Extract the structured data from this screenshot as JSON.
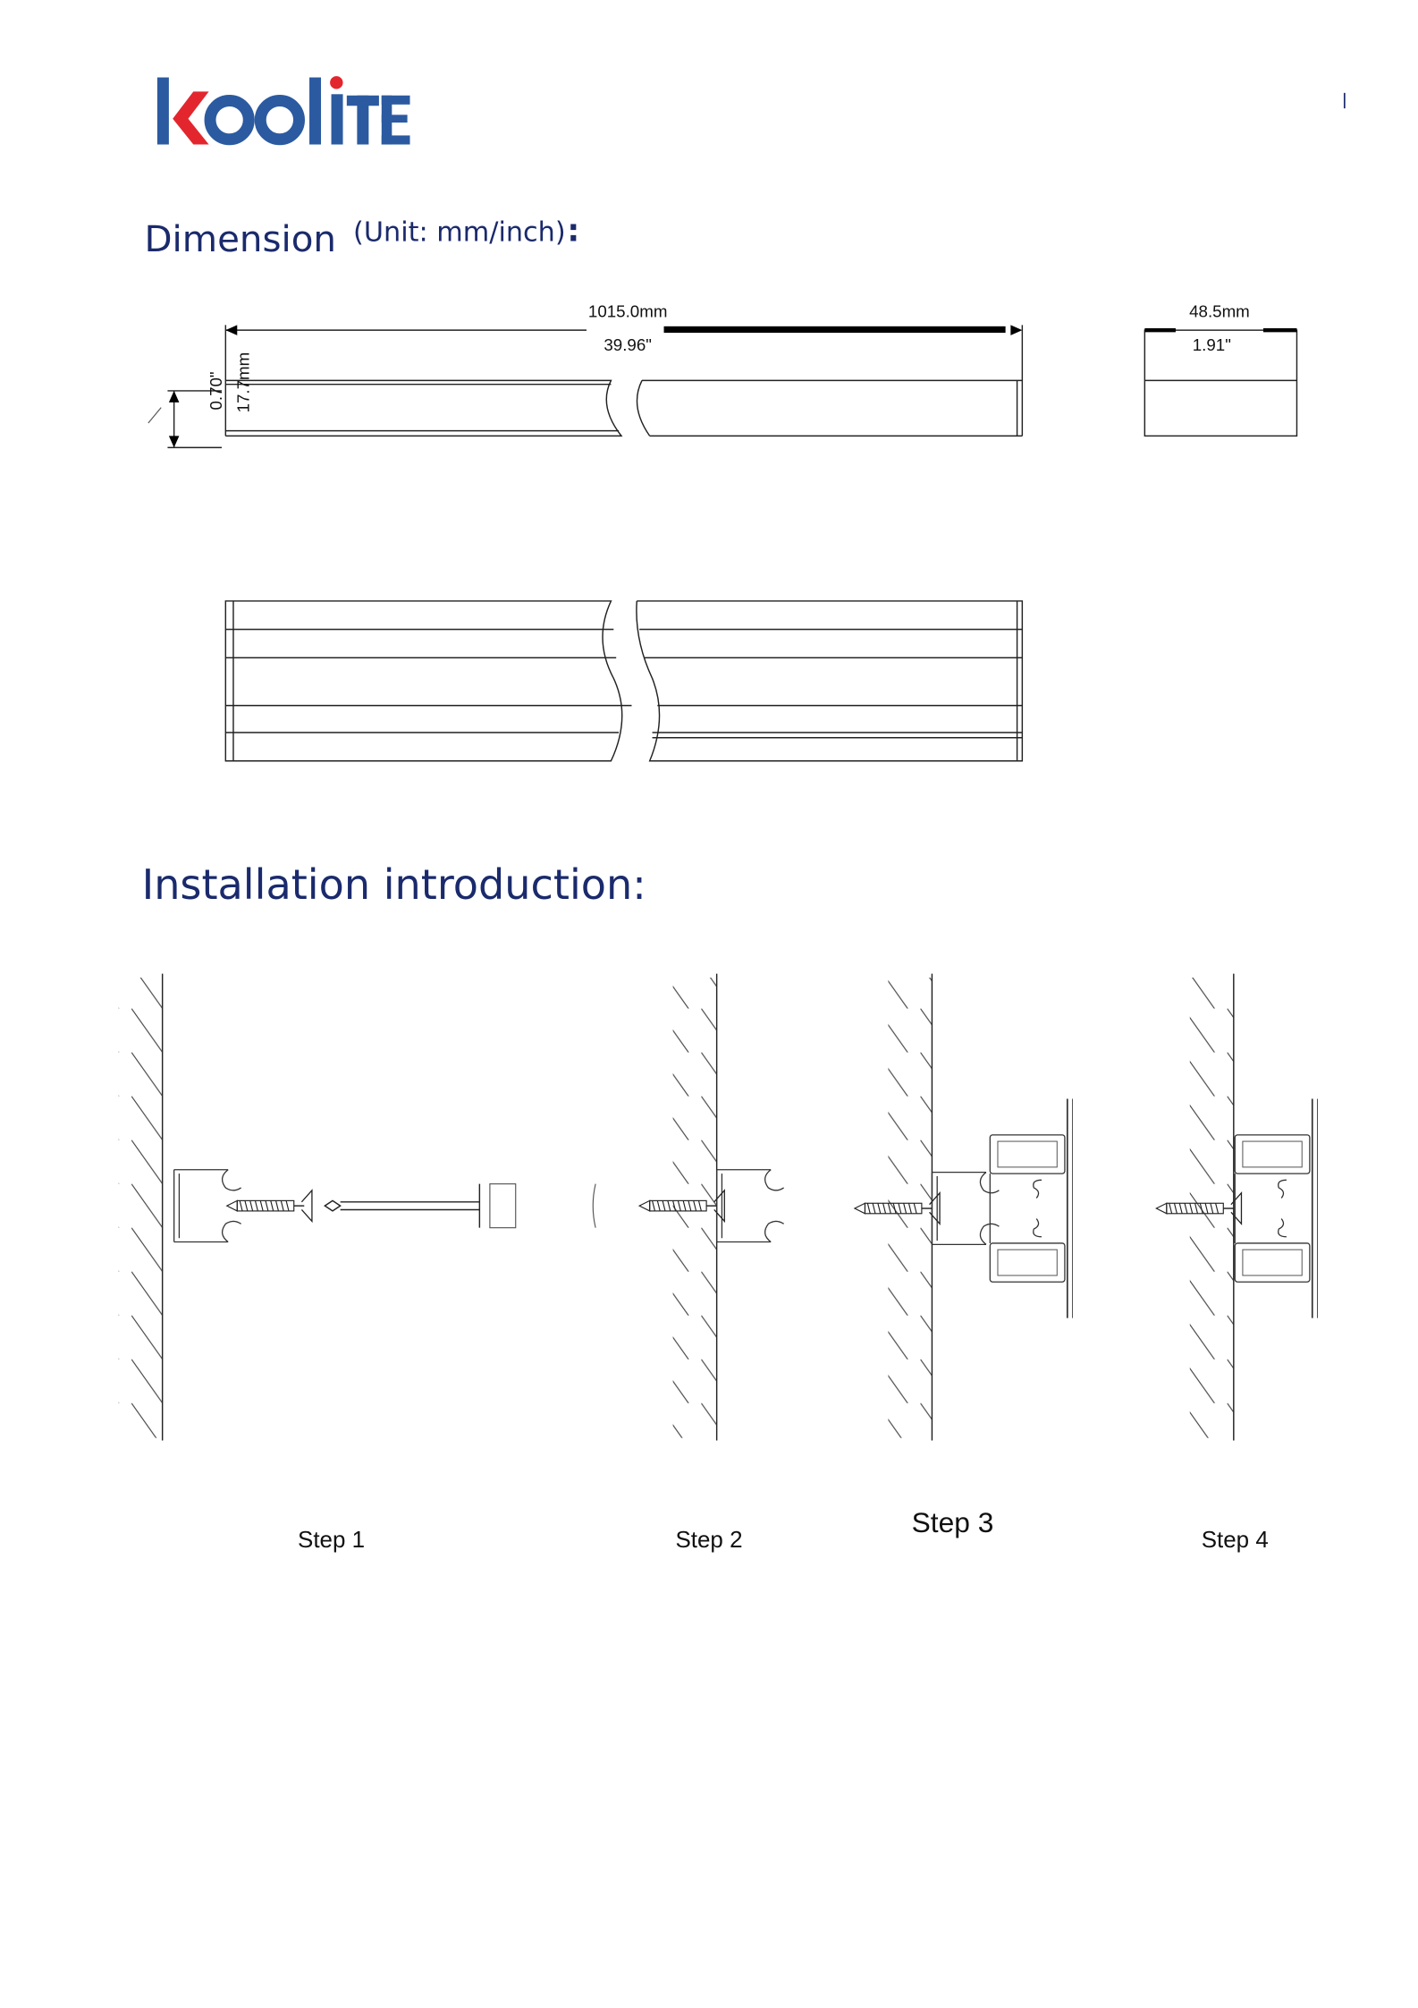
{
  "logo": {
    "text": "koolite",
    "colors": {
      "blue": "#2b5aa0",
      "red": "#e3262e"
    }
  },
  "dimension": {
    "title": "Dimension",
    "unit_note": "(Unit: mm/inch)",
    "colon": ":",
    "length_mm": "1015.0mm",
    "length_inch": "39.96\"",
    "width_mm": "48.5mm",
    "width_inch": "1.91\"",
    "height_mm": "17.7mm",
    "height_inch": "0.70\""
  },
  "installation": {
    "title": "Installation introduction:",
    "steps": [
      {
        "label": "Step 1"
      },
      {
        "label": "Step 2"
      },
      {
        "label": "Step 3"
      },
      {
        "label": "Step 4"
      }
    ]
  },
  "colors": {
    "heading": "#1a2a6c"
  }
}
